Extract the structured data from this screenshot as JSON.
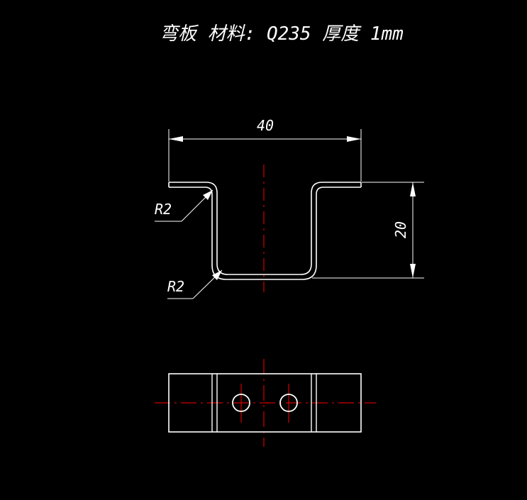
{
  "drawing": {
    "title": "弯板  材料: Q235  厚度 1mm",
    "dimensions": {
      "width": "40",
      "height": "20",
      "radius_top": "R2",
      "radius_bottom": "R2"
    },
    "colors": {
      "background": "#000000",
      "outline": "#ffffff",
      "centerline": "#ff0000"
    }
  }
}
